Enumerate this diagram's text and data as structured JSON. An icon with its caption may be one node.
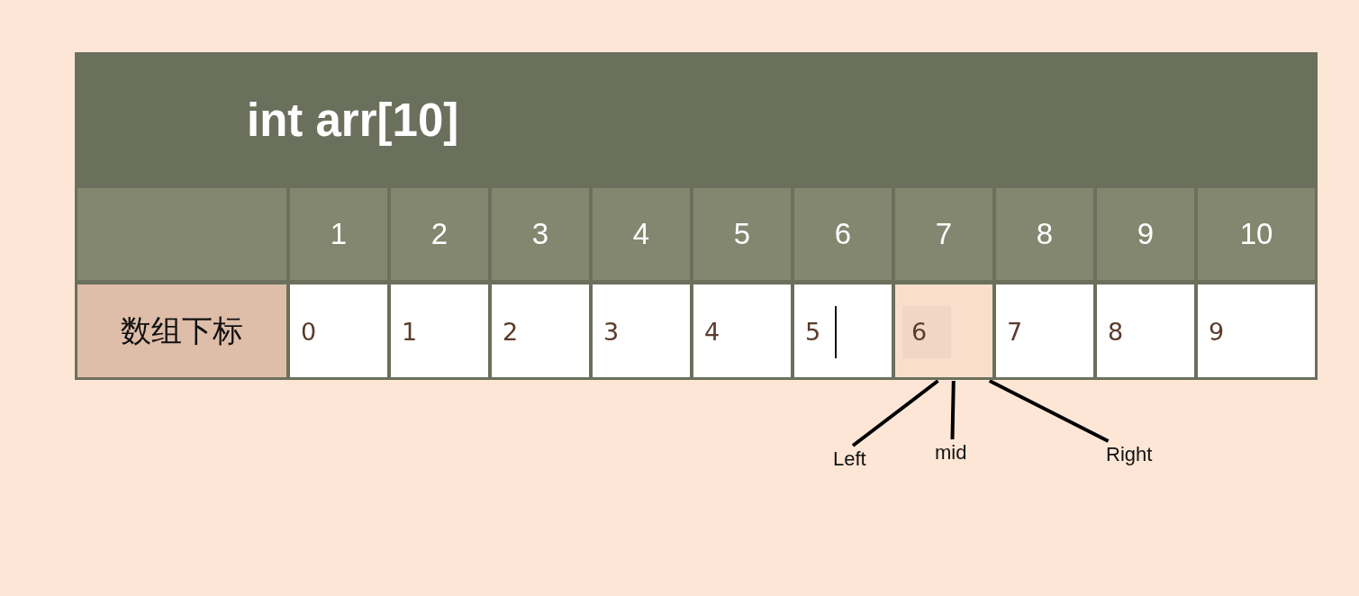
{
  "diagram": {
    "title": "int arr[10]",
    "nodes": [
      {
        "text": [
          "6"
        ]
      },
      {
        "text": [
          "Left"
        ]
      },
      {
        "text": [
          "mid"
        ]
      },
      {
        "text": [
          "Right"
        ]
      }
    ],
    "edges": [
      {
        "from": 1,
        "to": 0,
        "arrow": "none"
      },
      {
        "from": 2,
        "to": 0,
        "arrow": "none"
      },
      {
        "from": 3,
        "to": 0,
        "arrow": "none"
      }
    ],
    "labels": [
      "1",
      "2",
      "3",
      "4",
      "5",
      "6",
      "7",
      "8",
      "9",
      "10",
      "数组下标",
      "0",
      "1",
      "2",
      "3",
      "4",
      "5",
      "7",
      "8",
      "9"
    ]
  }
}
